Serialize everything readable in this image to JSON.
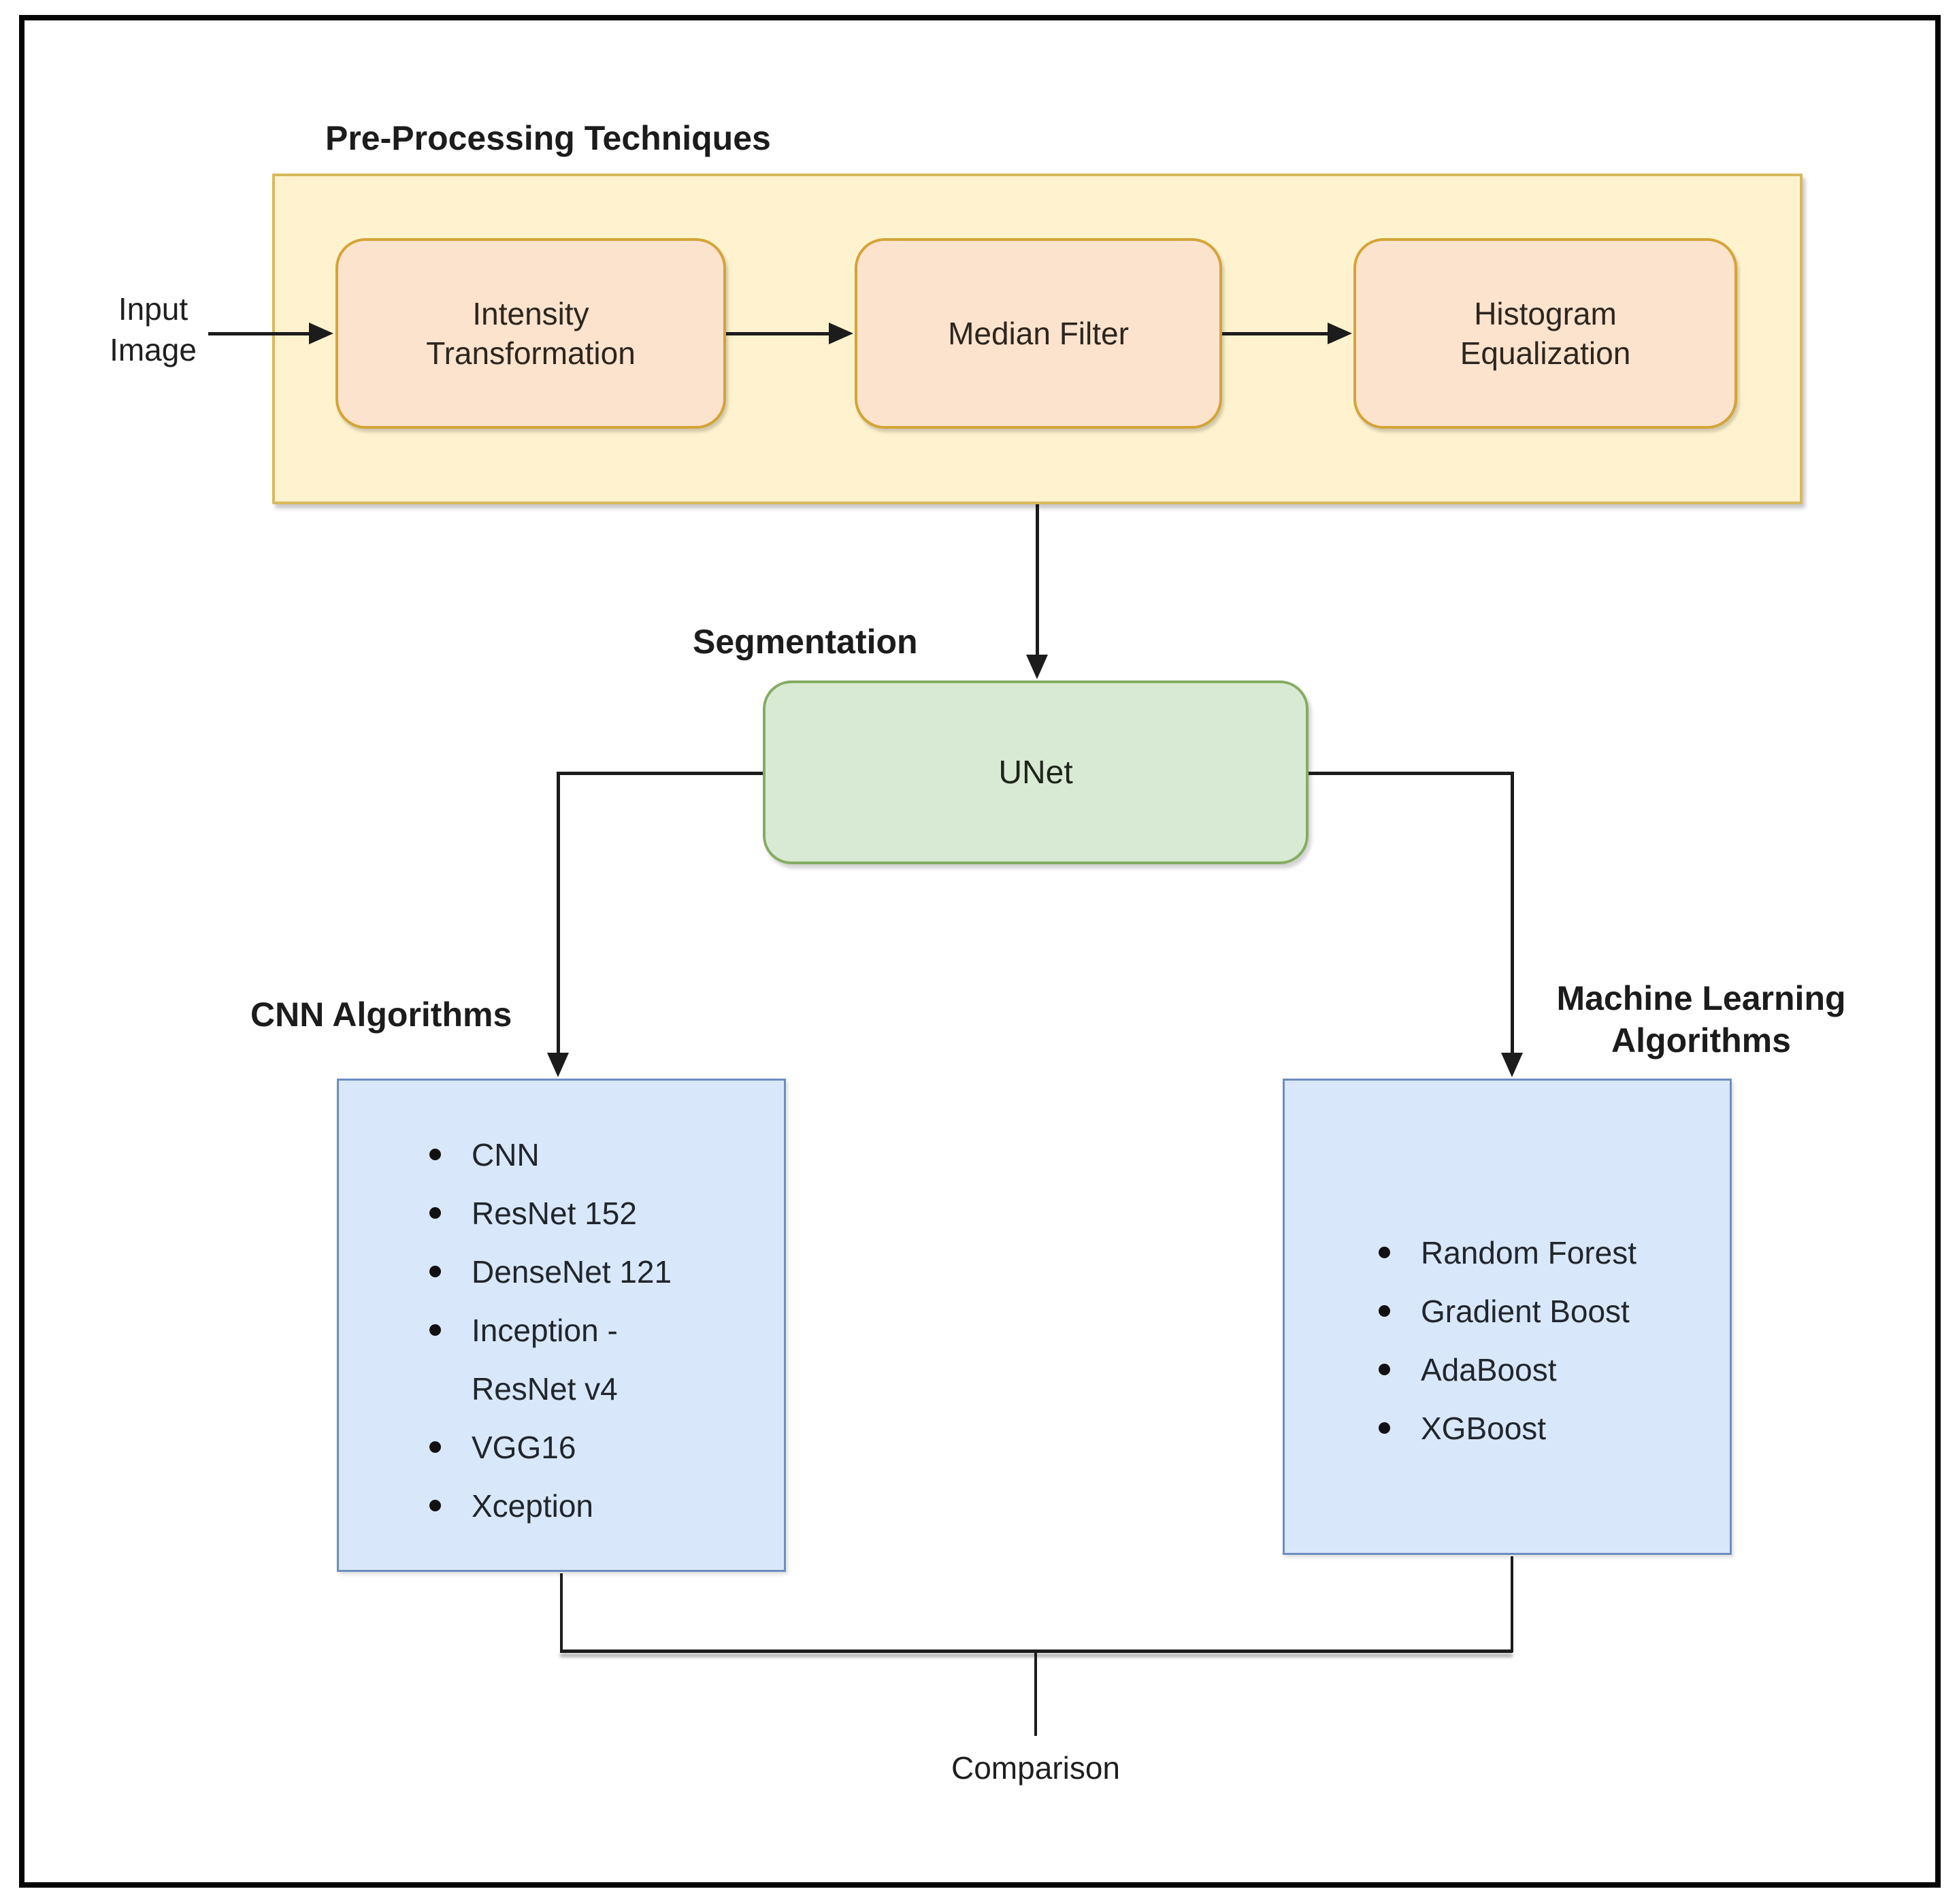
{
  "preprocessing": {
    "title": "Pre-Processing Techniques",
    "steps": [
      "Intensity\nTransformation",
      "Median Filter",
      "Histogram\nEqualization"
    ]
  },
  "labels": {
    "input_image": "Input\nImage",
    "segmentation": "Segmentation",
    "comparison": "Comparison"
  },
  "unet": {
    "label": "UNet"
  },
  "cnn": {
    "title": "CNN Algorithms",
    "items": [
      "CNN",
      "ResNet 152",
      "DenseNet 121",
      "Inception -\nResNet v4",
      "VGG16",
      "Xception"
    ]
  },
  "ml": {
    "title": "Machine Learning\nAlgorithms",
    "items": [
      "Random Forest",
      "Gradient Boost",
      "AdaBoost",
      "XGBoost"
    ]
  },
  "theme": {
    "container_fill": "#FFF3CF",
    "container_border": "#D8B95C",
    "step_fill": "#FBE3CE",
    "step_border": "#D4A437",
    "seg_fill": "#D8EAD3",
    "seg_border": "#85AC63",
    "algo_fill": "#D9E7FA",
    "algo_border": "#6C8EBF",
    "line_color": "#1C1C1C",
    "text_color": "#222222"
  }
}
